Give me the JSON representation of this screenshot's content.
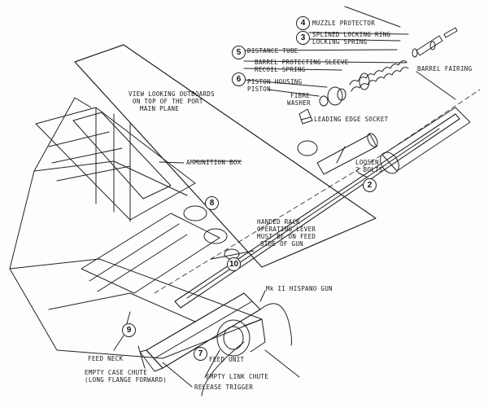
{
  "callouts": {
    "c4": "4",
    "c3": "3",
    "c5": "5",
    "c6": "6",
    "c2": "2",
    "c8": "8",
    "c10": "10",
    "c9": "9",
    "c7": "7"
  },
  "labels": {
    "muzzle_protector": "MUZZLE PROTECTOR",
    "splined_locking_ring": "SPLINED LOCKING RING",
    "locking_spring": "LOCKING SPRING",
    "distance_tube": "DISTANCE TUBE",
    "barrel_protecting_sleeve": "BARREL PROTECTING SLEEVE",
    "recoil_spring": "RECOIL SPRING",
    "barrel_fairing": "BARREL FAIRING",
    "piston_housing": "PISTON HOUSING",
    "piston": "PISTON",
    "fibre": "FIBRE",
    "washer": "WASHER",
    "leading_edge_socket": "LEADING EDGE SOCKET",
    "view_line1": "VIEW LOOKING OUTBOARDS",
    "view_line2": "ON TOP OF THE PORT",
    "view_line3": "MAIN PLANE",
    "ammunition_box": "AMMUNITION BOX",
    "loosen_1": "LOOSEN",
    "loosen_2": "2 BOLTS",
    "handed_rack_1": "HANDED RACK",
    "handed_rack_2": "OPERATING LEVER",
    "handed_rack_3": "MUST BE ON FEED",
    "handed_rack_4": "SIDE OF GUN",
    "hispano_gun": "Mk II HISPANO GUN",
    "feed_neck": "FEED NECK",
    "empty_case_1": "EMPTY CASE CHUTE",
    "empty_case_2": "(LONG FLANGE FORWARD)",
    "feed_unit": "FEED UNIT",
    "empty_link_chute": "EMPTY LINK CHUTE",
    "release_trigger": "RELEASE TRIGGER"
  }
}
